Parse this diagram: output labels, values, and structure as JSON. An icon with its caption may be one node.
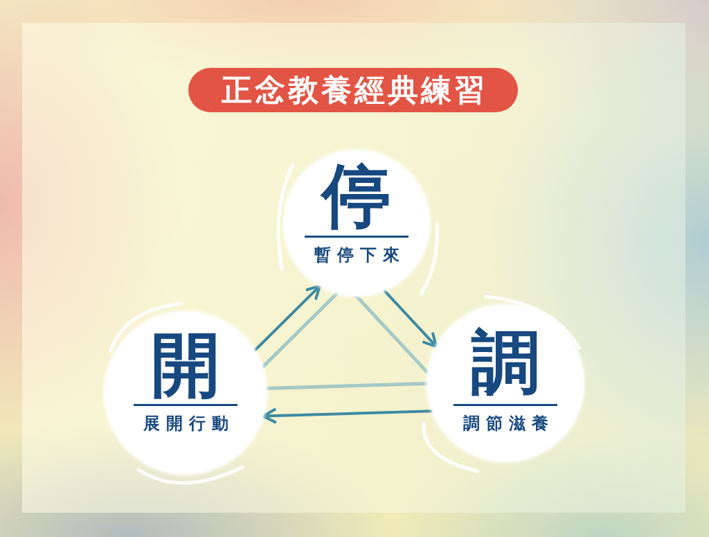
{
  "diagram": {
    "title": "正念教養經典練習",
    "nodes": [
      {
        "text": [
          "停",
          "暫停下來"
        ]
      },
      {
        "text": [
          "開",
          "展開行動"
        ]
      },
      {
        "text": [
          "調",
          "調節滋養"
        ]
      }
    ],
    "edges": [
      {
        "from": 1,
        "to": 0,
        "arrow": "to",
        "color": "#3d8aa3"
      },
      {
        "from": 0,
        "to": 2,
        "arrow": "to",
        "color": "#3d8aa3"
      },
      {
        "from": 2,
        "to": 1,
        "arrow": "to",
        "color": "#3d8aa3"
      },
      {
        "from": 0,
        "to": 1,
        "arrow": "none",
        "color": "#a5c9c6"
      },
      {
        "from": 0,
        "to": 2,
        "arrow": "none",
        "color": "#a5c9c6"
      },
      {
        "from": 1,
        "to": 2,
        "arrow": "none",
        "color": "#a5c9c6"
      }
    ]
  }
}
